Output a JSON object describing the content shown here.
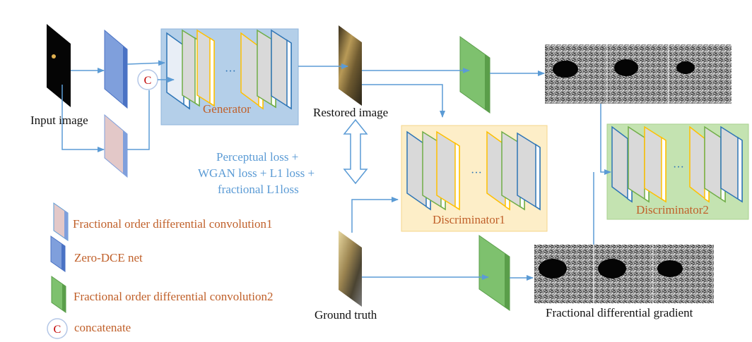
{
  "labels": {
    "input_image": "Input image",
    "restored_image": "Restored image",
    "ground_truth": "Ground truth",
    "generator": "Generator",
    "discriminator1": "Discriminator1",
    "discriminator2": "Discriminator2",
    "fractional_gradient": "Fractional differential gradient",
    "concat_symbol": "C",
    "ellipsis": "···",
    "loss_lines": [
      "Perceptual loss +",
      "WGAN loss + L1 loss +",
      "fractional L1loss"
    ]
  },
  "legend": [
    {
      "swatch": "pink-block",
      "text": "Fractional order differential convolution1"
    },
    {
      "swatch": "blue-block",
      "text": "Zero-DCE net"
    },
    {
      "swatch": "green-block",
      "text": "Fractional order differential convolution2"
    },
    {
      "swatch": "concat-circle",
      "text": "concatenate"
    }
  ],
  "colors": {
    "arrow": "#5b9bd5",
    "generator_bg": "#b4cfe9",
    "discriminator1_bg": "#fdeec8",
    "discriminator2_bg": "#c4e3b1",
    "zero_dce": "#7f9fdc",
    "pink_block": "#e3c8c8",
    "green_block": "#7ec16e",
    "layer_gray": "#d9d9d9",
    "layer_blue_edge": "#2e75b6",
    "layer_green_edge": "#70ad47",
    "layer_yellow_edge": "#ffc000",
    "label_orange": "#c0602a",
    "concat_red": "#c00000"
  }
}
